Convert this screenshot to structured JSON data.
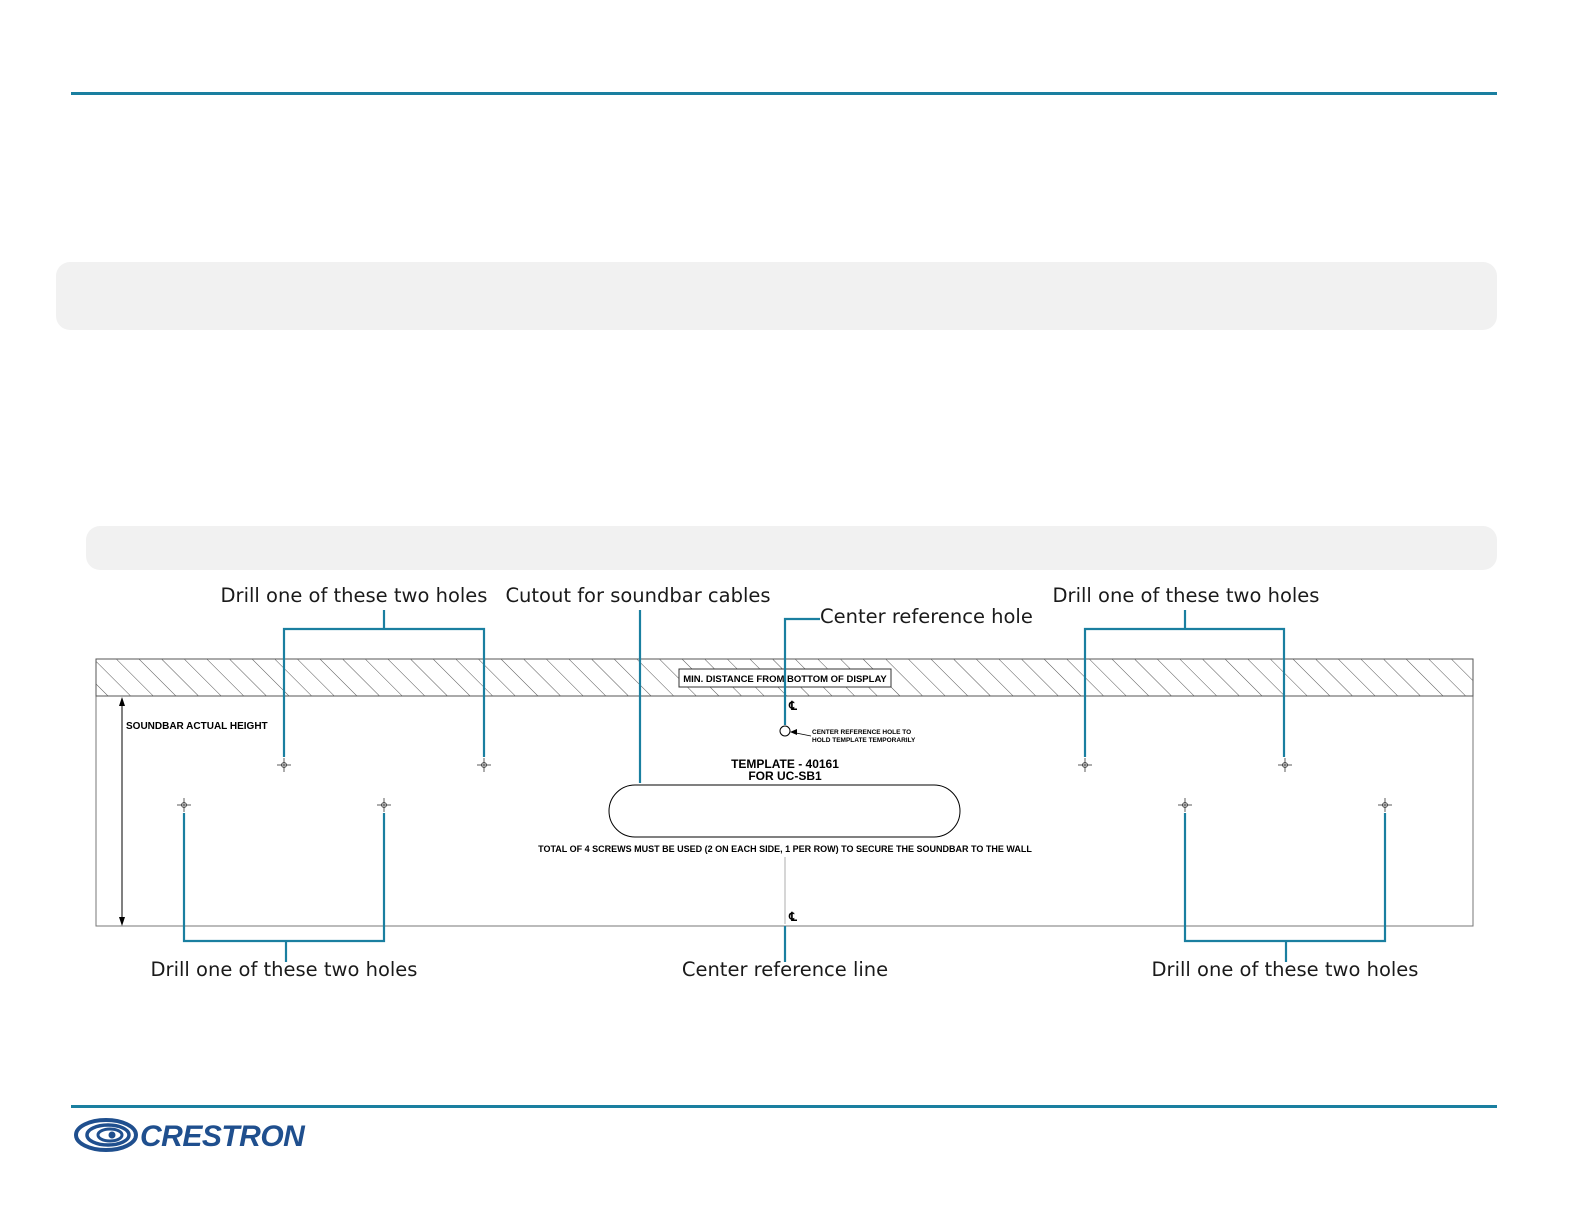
{
  "colors": {
    "accent": "#1a7fa0",
    "panel": "#f1f1f1"
  },
  "callouts": {
    "drill_top_left": "Drill one of these two holes",
    "cutout": "Cutout for soundbar cables",
    "center_hole": "Center reference hole",
    "drill_top_right": "Drill one of these two holes",
    "drill_bottom_left": "Drill one of these two holes",
    "center_line": "Center reference line",
    "drill_bottom_right": "Drill one of these two holes"
  },
  "template": {
    "min_distance": "MIN. DISTANCE FROM BOTTOM OF DISPLAY",
    "soundbar_height": "SOUNDBAR ACTUAL HEIGHT",
    "center_hole_note_1": "CENTER REFERENCE HOLE TO",
    "center_hole_note_2": "HOLD TEMPLATE TEMPORARILY",
    "title_1": "TEMPLATE - 40161",
    "title_2": "FOR UC-SB1",
    "screws_note": "TOTAL OF 4 SCREWS MUST BE USED (2 ON EACH SIDE, 1 PER ROW) TO SECURE THE SOUNDBAR TO THE WALL",
    "centerline_symbol": "℄"
  },
  "logo": {
    "text": "CRESTRON"
  }
}
